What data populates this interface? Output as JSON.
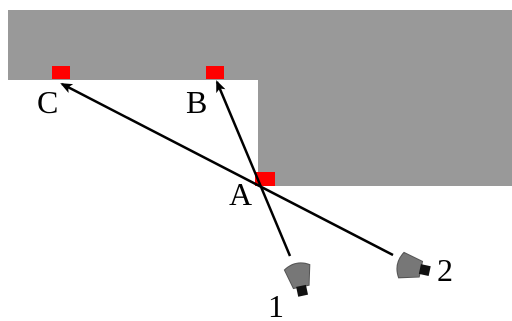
{
  "colors": {
    "background": "#ffffff",
    "wall": "#999999",
    "marker": "#ff0000",
    "line": "#000000",
    "lamp_body": "#777777",
    "lamp_base": "#111111"
  },
  "labels": {
    "point_a": "A",
    "point_b": "B",
    "point_c": "C",
    "source_1": "1",
    "source_2": "2"
  },
  "icons": {
    "source_1": "lamp-icon",
    "source_2": "lamp-icon"
  }
}
